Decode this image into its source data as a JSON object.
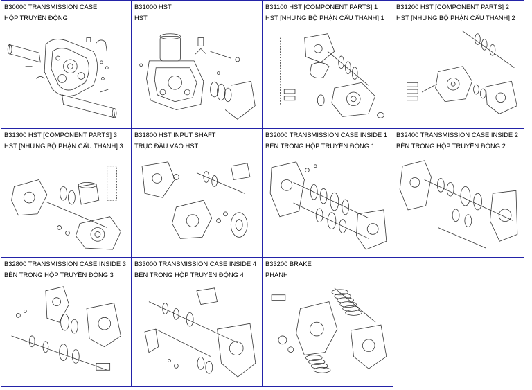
{
  "items": [
    {
      "line1": "B30000 TRANSMISSION CASE",
      "line2": "HỘP TRUYỀN ĐỘNG",
      "icon": "transmission-case-diagram"
    },
    {
      "line1": "B31000 HST",
      "line2": "HST",
      "icon": "hst-diagram"
    },
    {
      "line1": "B31100 HST [COMPONENT PARTS] 1",
      "line2": "HST [NHỮNG BỘ PHẬN CẤU THÀNH] 1",
      "icon": "hst-parts-1-diagram"
    },
    {
      "line1": "B31200 HST [COMPONENT PARTS] 2",
      "line2": "HST [NHỮNG BỘ PHẬN CẤU THÀNH] 2",
      "icon": "hst-parts-2-diagram"
    },
    {
      "line1": "B31300 HST [COMPONENT PARTS] 3",
      "line2": "HST [NHỮNG BỘ PHẬN CẤU THÀNH] 3",
      "icon": "hst-parts-3-diagram"
    },
    {
      "line1": "B31800 HST INPUT SHAFT",
      "line2": "TRỤC ĐẦU VÀO HST",
      "icon": "hst-input-shaft-diagram"
    },
    {
      "line1": "B32000 TRANSMISSION CASE INSIDE 1",
      "line2": "BÊN TRONG HỘP TRUYỀN ĐỘNG 1",
      "icon": "case-inside-1-diagram"
    },
    {
      "line1": "B32400 TRANSMISSION CASE INSIDE 2",
      "line2": "BÊN TRONG HỘP TRUYỀN ĐỘNG 2",
      "icon": "case-inside-2-diagram"
    },
    {
      "line1": "B32800 TRANSMISSION CASE INSIDE 3",
      "line2": "BÊN TRONG HỘP TRUYỀN ĐỘNG 3",
      "icon": "case-inside-3-diagram"
    },
    {
      "line1": "B33000 TRANSMISSION CASE INSIDE 4",
      "line2": "BÊN TRONG HỘP TRUYỀN ĐỘNG 4",
      "icon": "case-inside-4-diagram"
    },
    {
      "line1": "B33200 BRAKE",
      "line2": "PHANH",
      "icon": "brake-diagram"
    }
  ],
  "colors": {
    "border": "#2323a8",
    "line_art": "#333333"
  }
}
